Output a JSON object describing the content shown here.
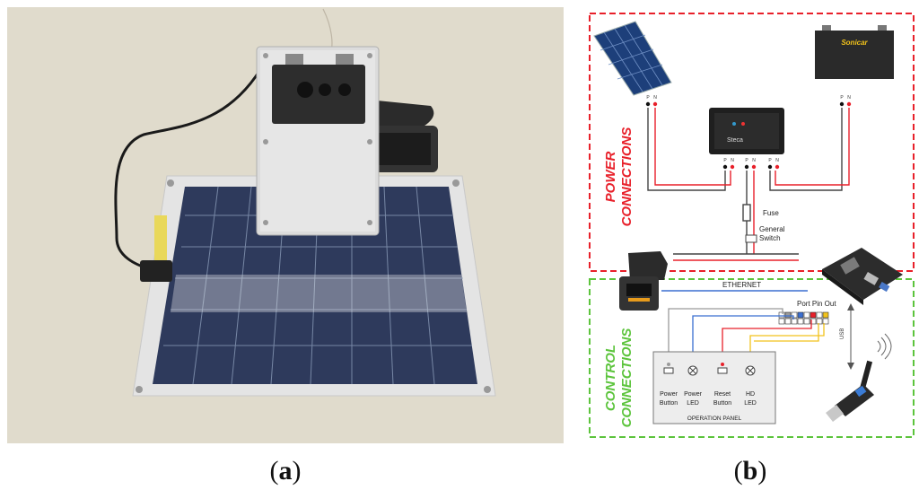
{
  "captions": {
    "a": "a",
    "b": "b"
  },
  "diagram": {
    "power_section": {
      "title_line1": "POWER",
      "title_line2": "CONNECTIONS",
      "color": "#e8202a"
    },
    "control_section": {
      "title_line1": "CONTROL",
      "title_line2": "CONNECTIONS",
      "color": "#5cc43c"
    },
    "labels": {
      "fuse": "Fuse",
      "general_switch_1": "General",
      "general_switch_2": "Switch",
      "ethernet": "ETHERNET",
      "port_pin_out": "Port Pin Out",
      "usb": "USB",
      "operation_panel": "OPERATION PANEL",
      "battery_brand": "Sonicar",
      "controller_brand": "Steca"
    },
    "panel_items": [
      {
        "line1": "Power",
        "line2": "Button"
      },
      {
        "line1": "Power",
        "line2": "LED"
      },
      {
        "line1": "Reset",
        "line2": "Button"
      },
      {
        "line1": "HD",
        "line2": "LED"
      }
    ],
    "terminal_labels": {
      "p": "P",
      "n": "N"
    }
  },
  "colors": {
    "wire_dark": "#444444",
    "wire_red": "#e8202a",
    "wire_blue": "#3a6fd1",
    "wire_yellow": "#f2c21c",
    "wire_grey": "#9a9a9a"
  }
}
